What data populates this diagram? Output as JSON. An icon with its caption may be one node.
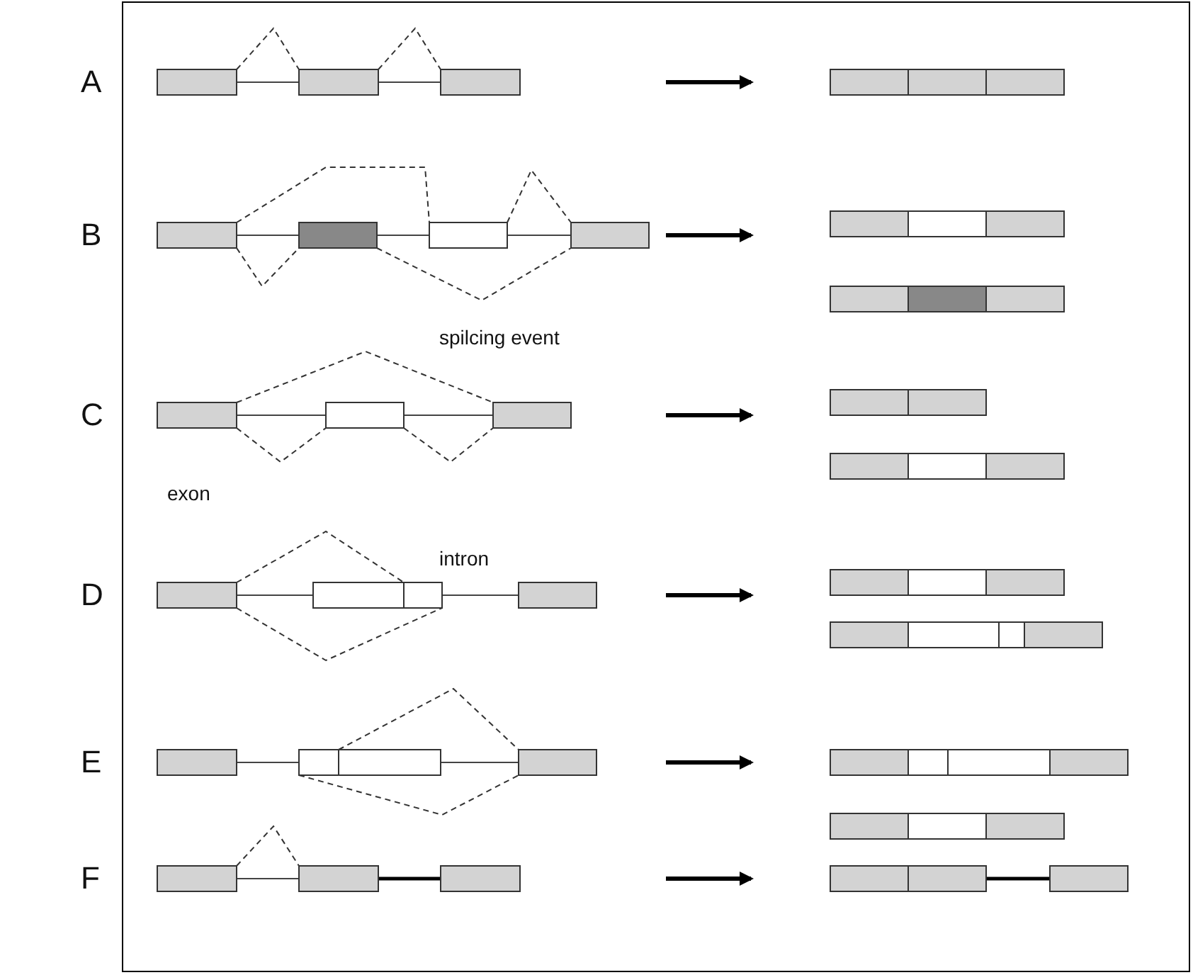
{
  "diagram": {
    "labels": [
      "A",
      "B",
      "spilcing event",
      "C",
      "exon",
      "D",
      "intron",
      "E",
      "F"
    ]
  }
}
